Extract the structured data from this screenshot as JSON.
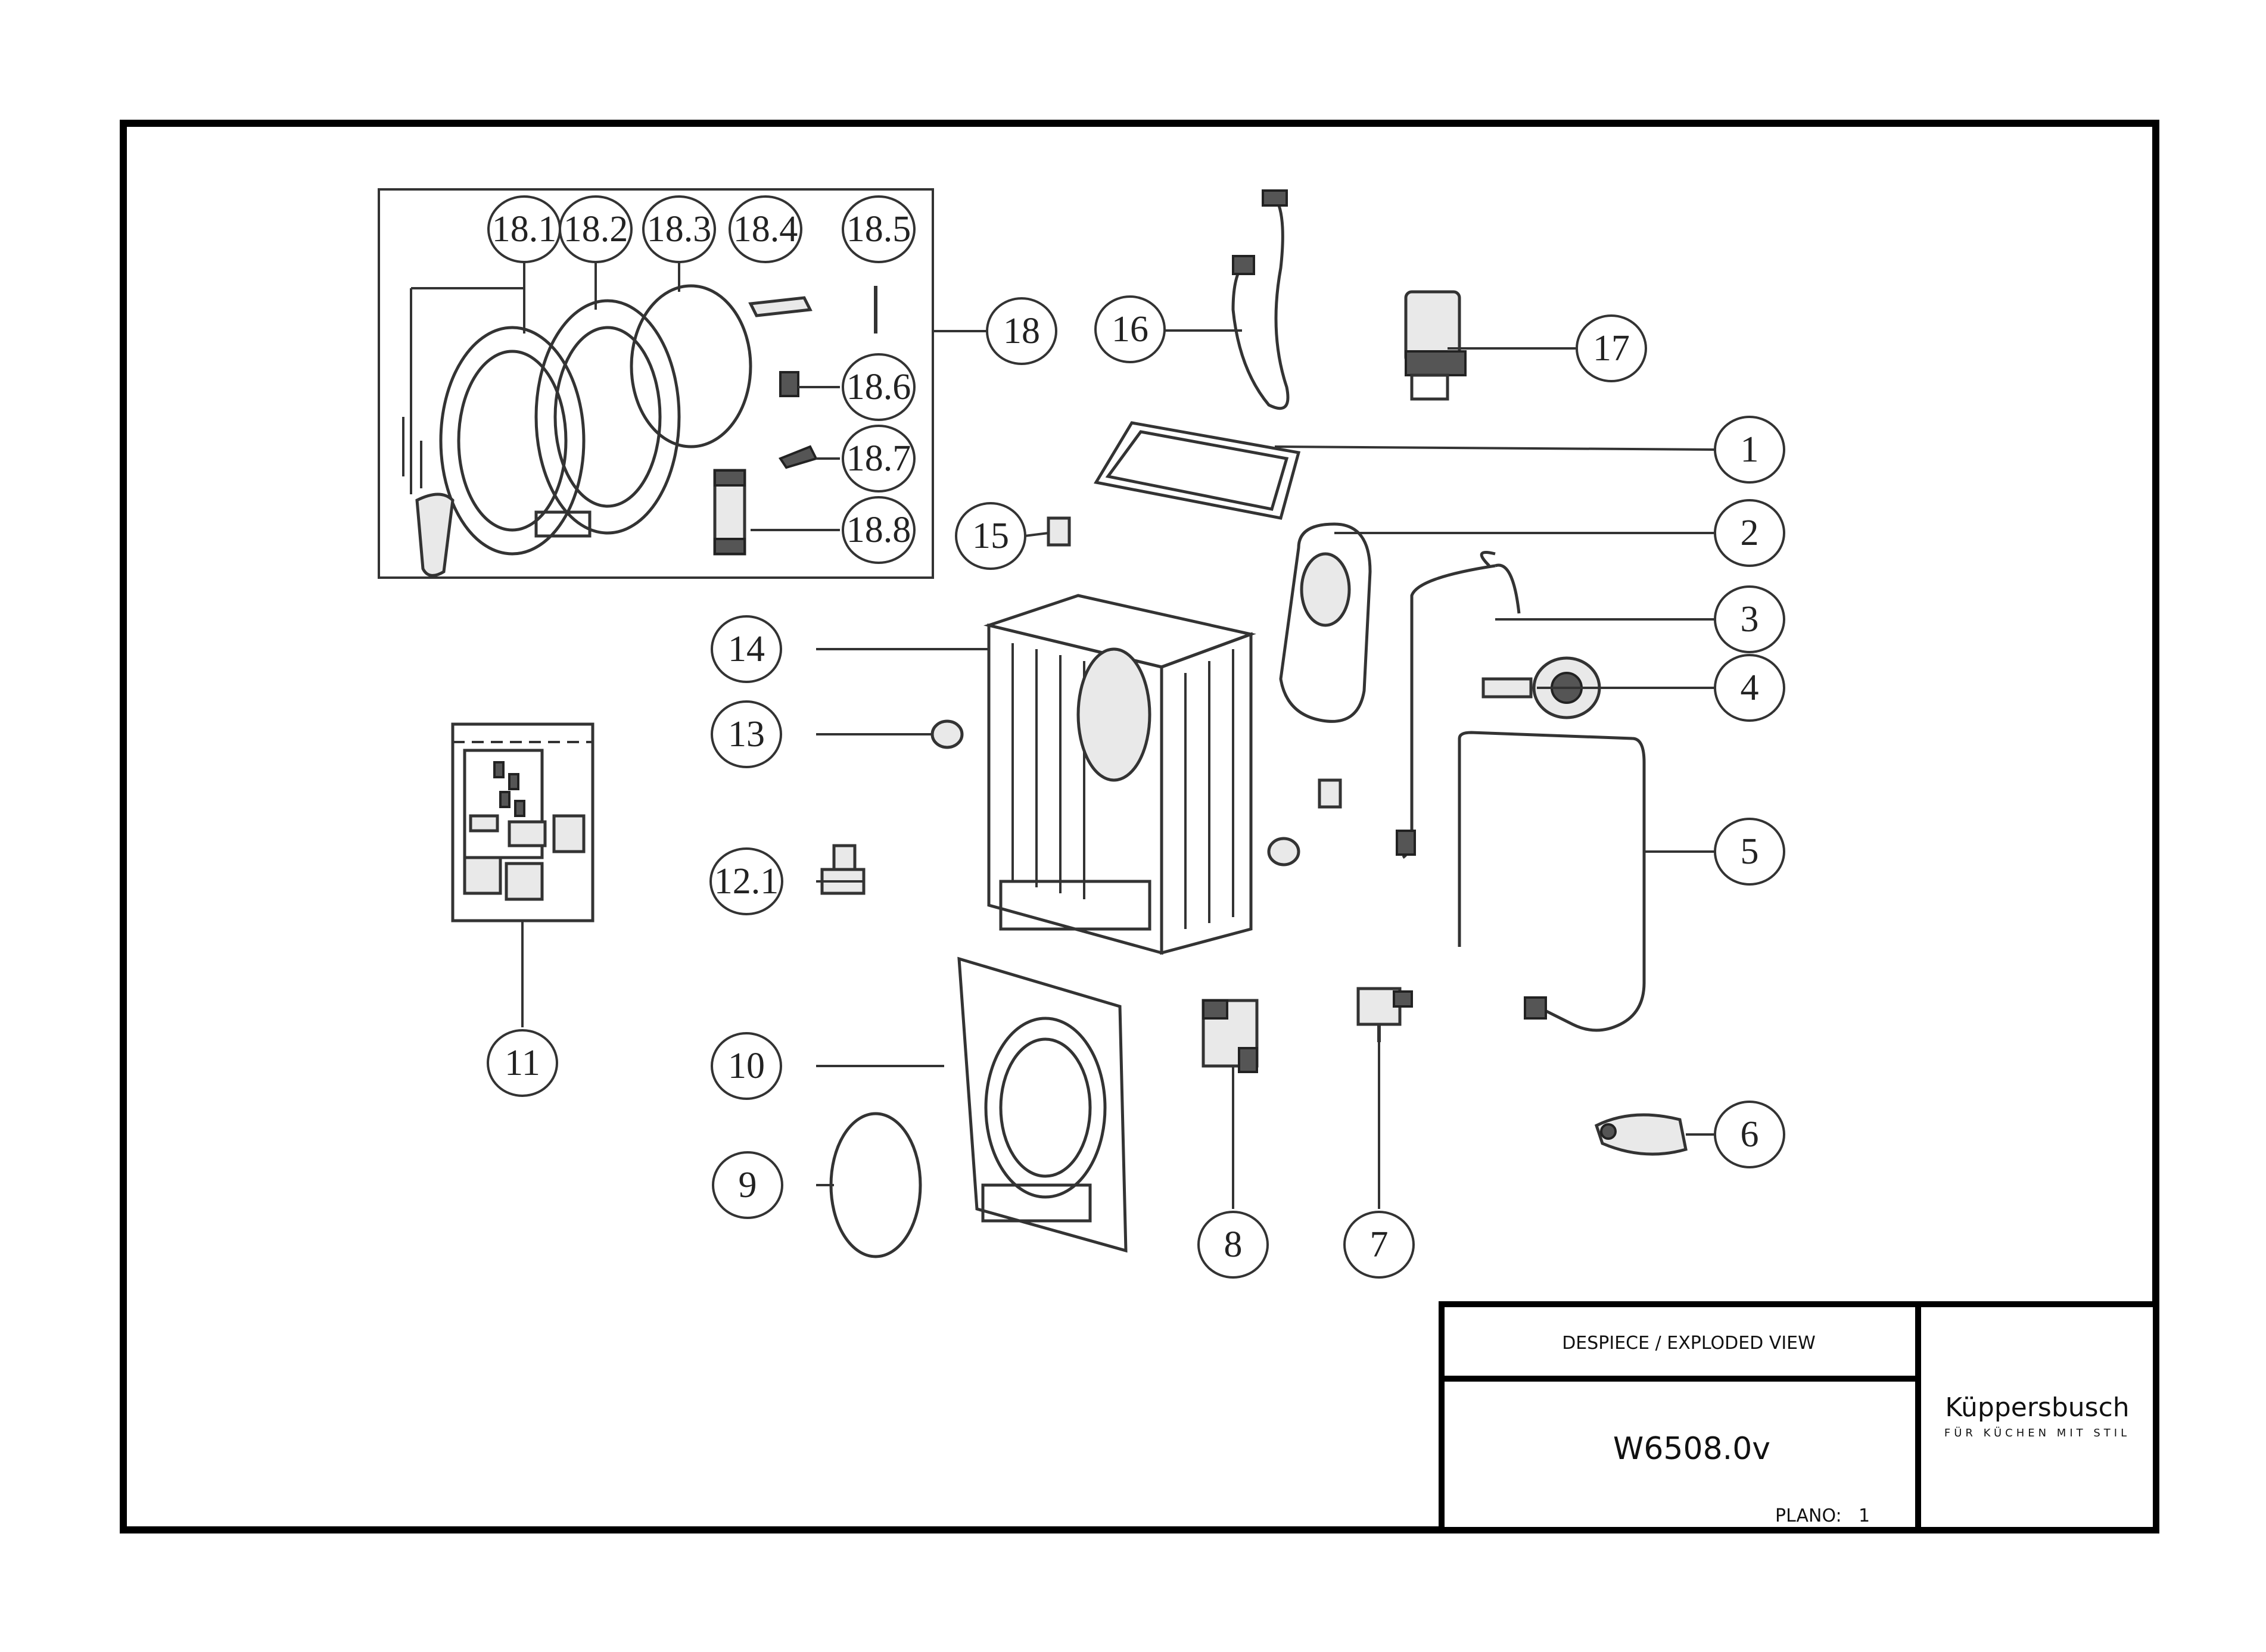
{
  "title_block": {
    "view_title": "DESPIECE / EXPLODED VIEW",
    "model": "W6508.0v",
    "plano_label": "PLANO:",
    "plano_number": "1",
    "brand_name": "Küppersbusch",
    "brand_tagline": "FÜR KÜCHEN MIT STIL"
  },
  "callouts": {
    "c18_1": "18.1",
    "c18_2": "18.2",
    "c18_3": "18.3",
    "c18_4": "18.4",
    "c18_5": "18.5",
    "c18_6": "18.6",
    "c18_7": "18.7",
    "c18_8": "18.8",
    "c18": "18",
    "c16": "16",
    "c17": "17",
    "c1": "1",
    "c2": "2",
    "c3": "3",
    "c4": "4",
    "c5": "5",
    "c6": "6",
    "c7": "7",
    "c8": "8",
    "c9": "9",
    "c10": "10",
    "c11": "11",
    "c12_1": "12.1",
    "c13": "13",
    "c14": "14",
    "c15": "15"
  },
  "colors": {
    "line": "#333333",
    "frame": "#000000",
    "background": "#ffffff"
  }
}
